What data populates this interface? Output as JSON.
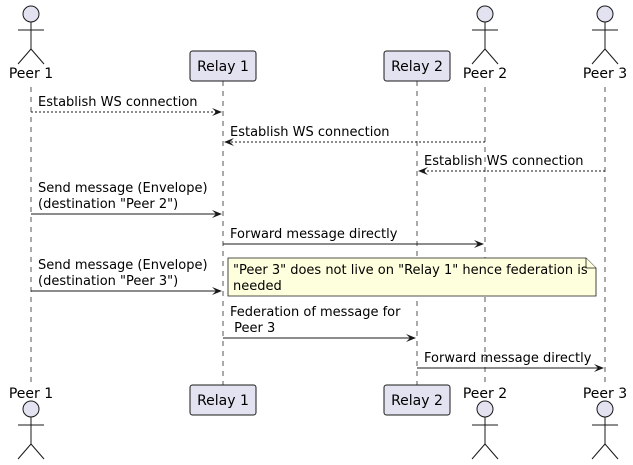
{
  "participants": [
    {
      "id": "peer1",
      "name": "Peer 1",
      "kind": "actor"
    },
    {
      "id": "relay1",
      "name": "Relay 1",
      "kind": "participant"
    },
    {
      "id": "relay2",
      "name": "Relay 2",
      "kind": "participant"
    },
    {
      "id": "peer2",
      "name": "Peer 2",
      "kind": "actor"
    },
    {
      "id": "peer3",
      "name": "Peer 3",
      "kind": "actor"
    }
  ],
  "messages": [
    {
      "from": "peer1",
      "to": "relay1",
      "lines": [
        "Establish WS connection"
      ],
      "style": "dashed"
    },
    {
      "from": "peer2",
      "to": "relay1",
      "lines": [
        "Establish WS connection"
      ],
      "style": "dashed"
    },
    {
      "from": "peer3",
      "to": "relay2",
      "lines": [
        "Establish WS connection"
      ],
      "style": "dashed"
    },
    {
      "from": "peer1",
      "to": "relay1",
      "lines": [
        "Send message (Envelope)",
        "(destination \"Peer 2\")"
      ],
      "style": "solid"
    },
    {
      "from": "relay1",
      "to": "peer2",
      "lines": [
        "Forward message directly"
      ],
      "style": "solid"
    },
    {
      "from": "peer1",
      "to": "relay1",
      "lines": [
        "Send message (Envelope)",
        "(destination \"Peer 3\")"
      ],
      "style": "solid"
    },
    {
      "from": "relay1",
      "to": "relay2",
      "lines": [
        "Federation of message for",
        " Peer 3"
      ],
      "style": "solid"
    },
    {
      "from": "relay2",
      "to": "peer3",
      "lines": [
        "Forward message directly"
      ],
      "style": "solid"
    }
  ],
  "notes": [
    {
      "lines": [
        "\"Peer 3\" does not live on \"Relay 1\" hence federation is",
        "needed"
      ]
    }
  ],
  "colors": {
    "participant_fill": "#E2E2F0",
    "border": "#181818",
    "note_fill": "#FEFFDD",
    "lifeline": "#555555"
  }
}
